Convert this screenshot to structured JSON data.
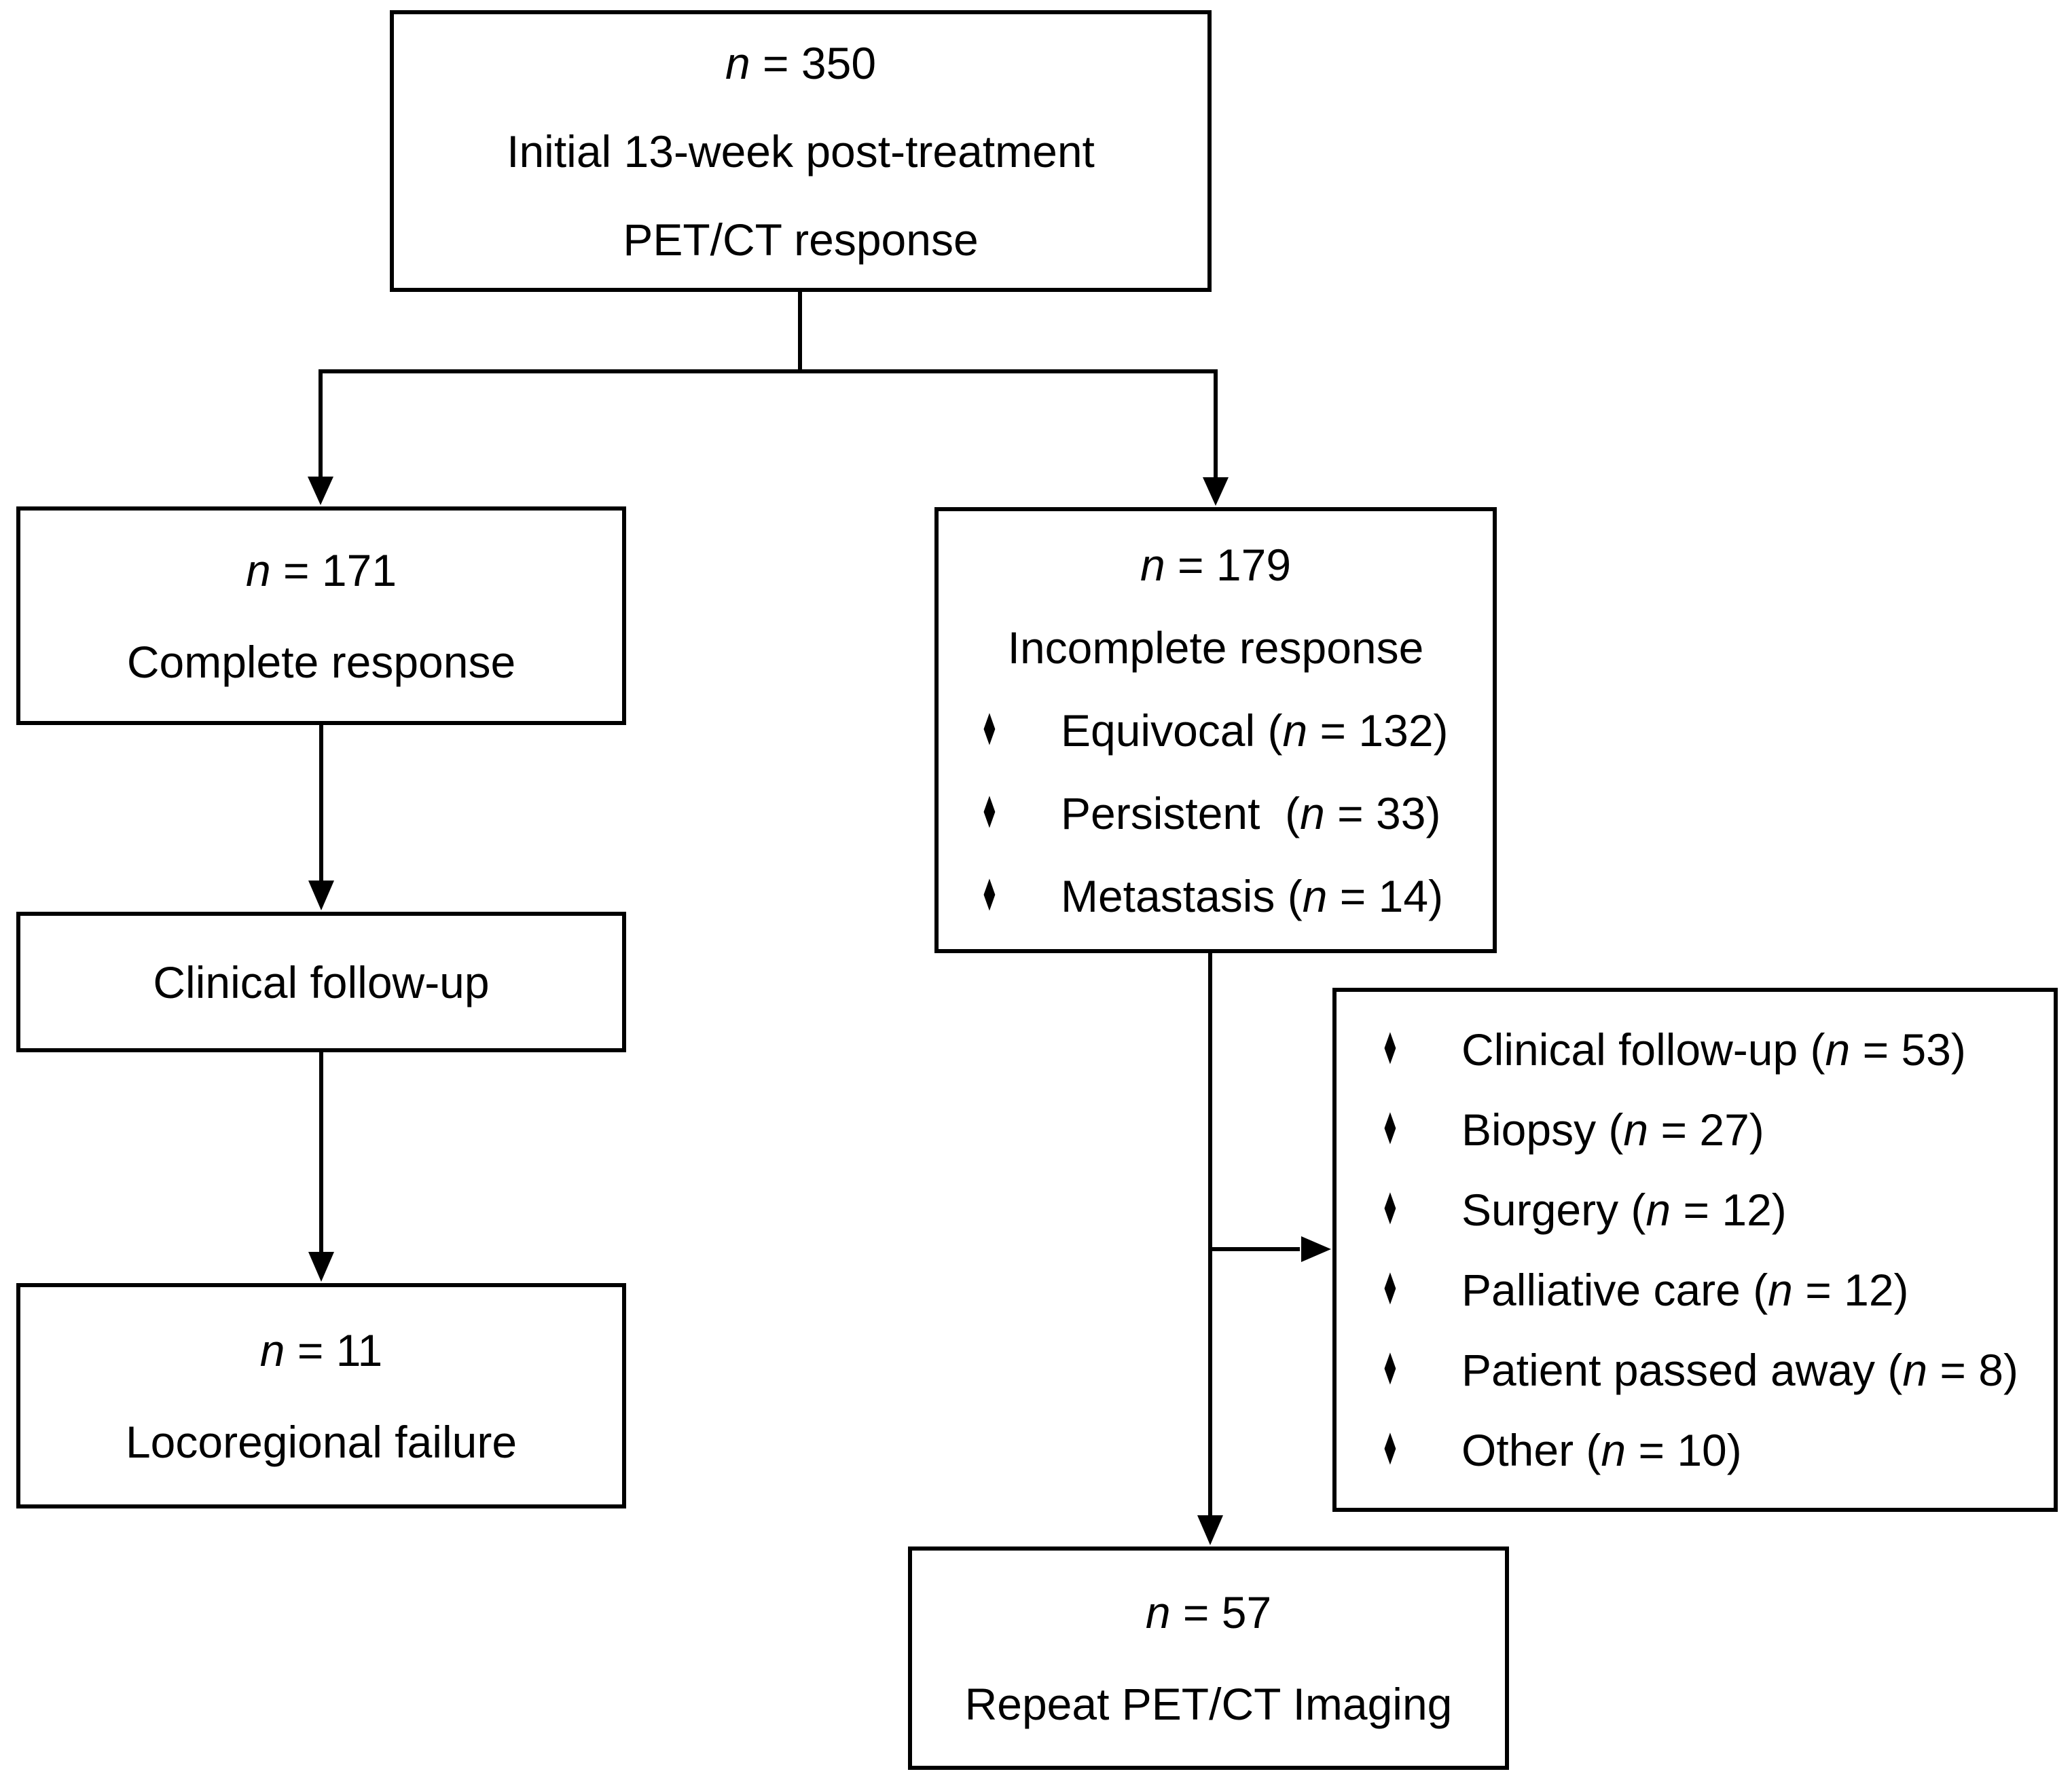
{
  "top": {
    "n": "n",
    "rest": " = 350",
    "line2": "Initial 13-week post-treatment",
    "line3": "PET/CT response"
  },
  "complete": {
    "n": "n",
    "rest": " = 171",
    "label": "Complete response"
  },
  "clinical": {
    "label": "Clinical follow-up"
  },
  "loco": {
    "n": "n",
    "rest": " = 11",
    "label": "Locoregional failure"
  },
  "incomplete": {
    "n": "n",
    "rest": " = 179",
    "label": "Incomplete response",
    "bullets": [
      {
        "pre": "Equivocal (",
        "n": "n",
        "post": " = 132)"
      },
      {
        "pre": "Persistent  (",
        "n": "n",
        "post": " = 33)"
      },
      {
        "pre": "Metastasis (",
        "n": "n",
        "post": " = 14)"
      }
    ]
  },
  "outcomes": {
    "bullets": [
      {
        "pre": "Clinical follow-up (",
        "n": "n",
        "post": " = 53)"
      },
      {
        "pre": "Biopsy (",
        "n": "n",
        "post": " = 27)"
      },
      {
        "pre": "Surgery (",
        "n": "n",
        "post": " = 12)"
      },
      {
        "pre": "Palliative care (",
        "n": "n",
        "post": " = 12)"
      },
      {
        "pre": "Patient passed away (",
        "n": "n",
        "post": " = 8)"
      },
      {
        "pre": "Other (",
        "n": "n",
        "post": " = 10)"
      }
    ]
  },
  "repeat": {
    "n": "n",
    "rest": " = 57",
    "label": "Repeat PET/CT Imaging"
  },
  "bullet": "♦",
  "colors": {
    "ink": "#000000",
    "background": "#ffffff"
  }
}
